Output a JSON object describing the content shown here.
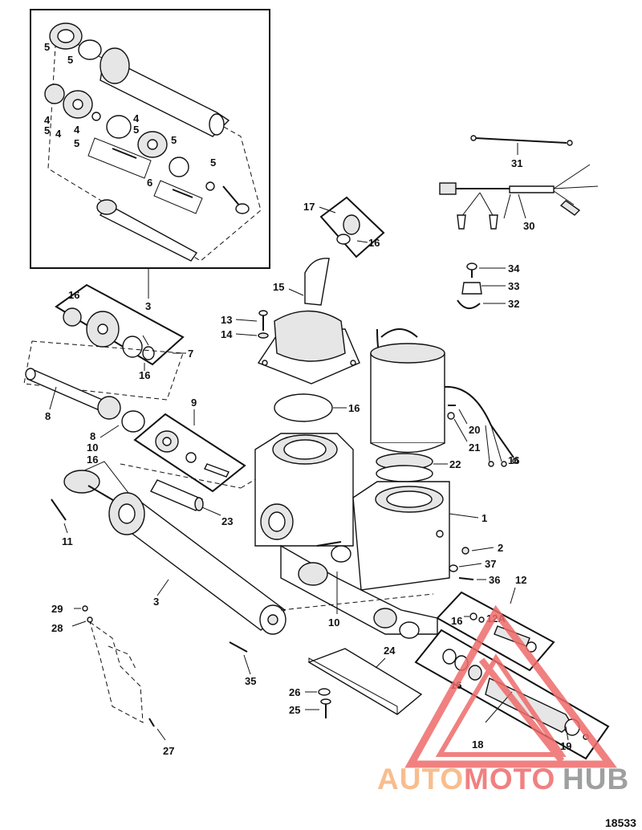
{
  "figure_number": "18533",
  "watermark": {
    "part1": "AUTO",
    "part2": "MOTO",
    "part3": "HUB",
    "color_orange": "#f7b27a",
    "color_red": "#ef6a6a",
    "color_gray": "#8f8f8f"
  },
  "callouts": [
    {
      "id": "c-5a",
      "text": "5"
    },
    {
      "id": "c-5b",
      "text": "5"
    },
    {
      "id": "c-4a",
      "text": "4"
    },
    {
      "id": "c-5c",
      "text": "5"
    },
    {
      "id": "c-4b",
      "text": "4"
    },
    {
      "id": "c-4c",
      "text": "4"
    },
    {
      "id": "c-5d",
      "text": "5"
    },
    {
      "id": "c-4d",
      "text": "4"
    },
    {
      "id": "c-5e",
      "text": "5"
    },
    {
      "id": "c-5f",
      "text": "5"
    },
    {
      "id": "c-5g",
      "text": "5"
    },
    {
      "id": "c-6",
      "text": "6"
    },
    {
      "id": "c-3a",
      "text": "3"
    },
    {
      "id": "c-31",
      "text": "31"
    },
    {
      "id": "c-30",
      "text": "30"
    },
    {
      "id": "c-17",
      "text": "17"
    },
    {
      "id": "c-16a",
      "text": "16"
    },
    {
      "id": "c-34",
      "text": "34"
    },
    {
      "id": "c-33",
      "text": "33"
    },
    {
      "id": "c-32",
      "text": "32"
    },
    {
      "id": "c-15",
      "text": "15"
    },
    {
      "id": "c-13",
      "text": "13"
    },
    {
      "id": "c-14",
      "text": "14"
    },
    {
      "id": "c-16b",
      "text": "16"
    },
    {
      "id": "c-7",
      "text": "7"
    },
    {
      "id": "c-16c",
      "text": "16"
    },
    {
      "id": "c-16d",
      "text": "16"
    },
    {
      "id": "c-8a",
      "text": "8"
    },
    {
      "id": "c-8b",
      "text": "8"
    },
    {
      "id": "c-10a",
      "text": "10"
    },
    {
      "id": "c-16e",
      "text": "16"
    },
    {
      "id": "c-9",
      "text": "9"
    },
    {
      "id": "c-20",
      "text": "20"
    },
    {
      "id": "c-21",
      "text": "21"
    },
    {
      "id": "c-22",
      "text": "22"
    },
    {
      "id": "c-16f",
      "text": "16"
    },
    {
      "id": "c-23",
      "text": "23"
    },
    {
      "id": "c-11",
      "text": "11"
    },
    {
      "id": "c-1",
      "text": "1"
    },
    {
      "id": "c-2",
      "text": "2"
    },
    {
      "id": "c-37",
      "text": "37"
    },
    {
      "id": "c-36",
      "text": "36"
    },
    {
      "id": "c-12",
      "text": "12"
    },
    {
      "id": "c-3b",
      "text": "3"
    },
    {
      "id": "c-10b",
      "text": "10"
    },
    {
      "id": "c-12a",
      "text": "12A"
    },
    {
      "id": "c-16g",
      "text": "16"
    },
    {
      "id": "c-29",
      "text": "29"
    },
    {
      "id": "c-28",
      "text": "28"
    },
    {
      "id": "c-35",
      "text": "35"
    },
    {
      "id": "c-24",
      "text": "24"
    },
    {
      "id": "c-16h",
      "text": "16"
    },
    {
      "id": "c-26",
      "text": "26"
    },
    {
      "id": "c-25",
      "text": "25"
    },
    {
      "id": "c-18",
      "text": "18"
    },
    {
      "id": "c-19",
      "text": "19"
    },
    {
      "id": "c-27",
      "text": "27"
    }
  ]
}
